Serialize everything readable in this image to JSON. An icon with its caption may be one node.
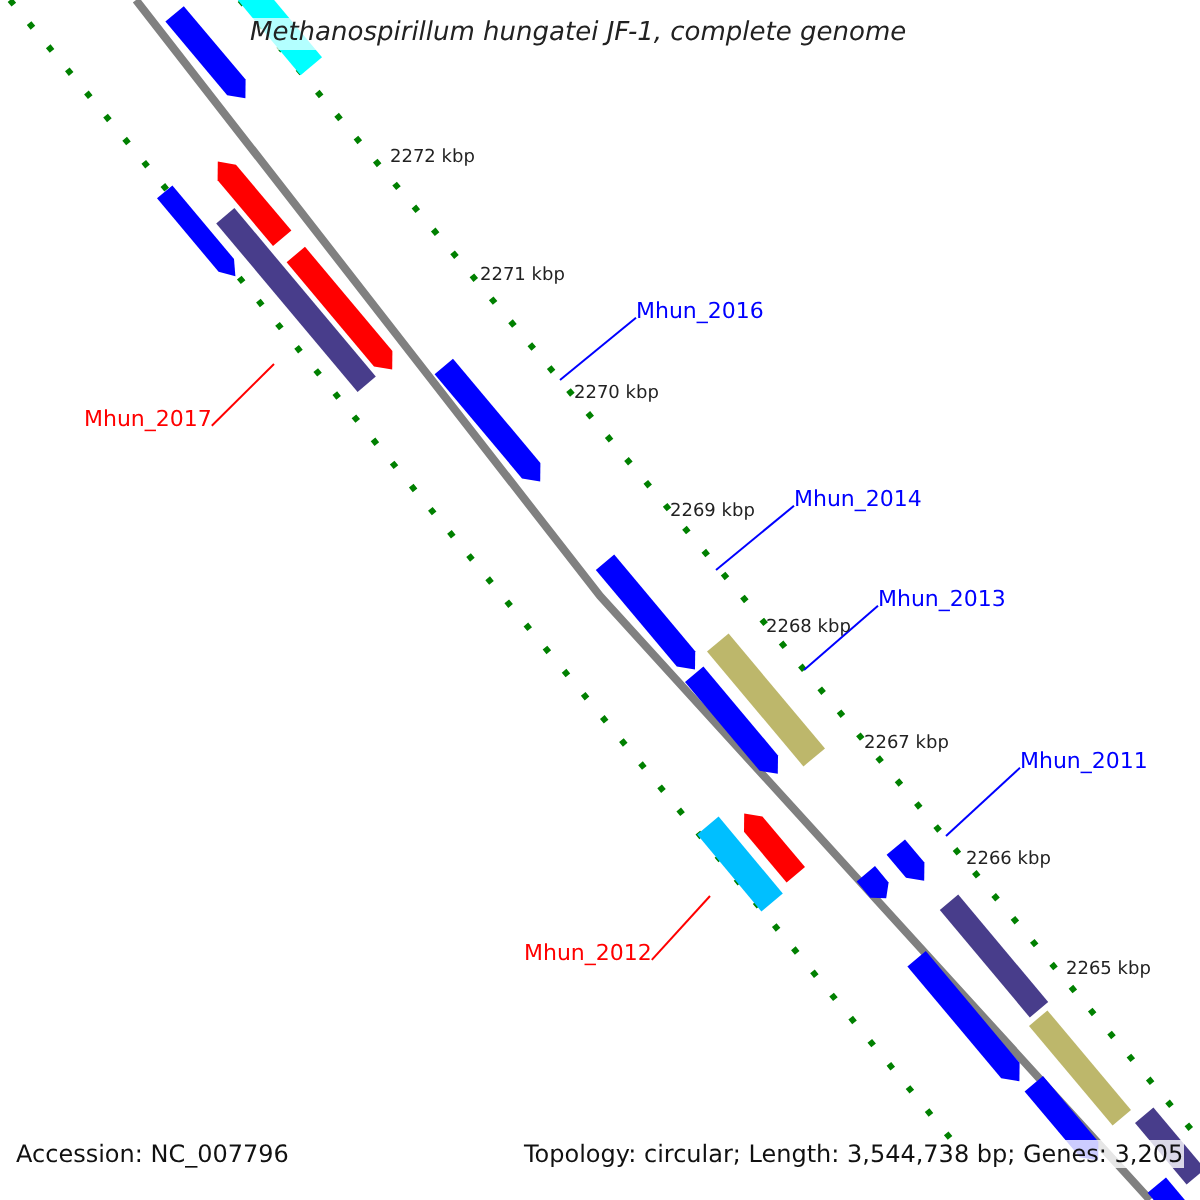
{
  "diagram": {
    "title": "Methanospirillum hungatei JF-1, complete genome",
    "nodes": [
      {
        "text": [
          "Mhun_2016"
        ]
      },
      {
        "text": [],
        "shape": "bar"
      },
      {
        "text": [
          "Mhun_2017"
        ]
      },
      {
        "text": [],
        "shape": "bar"
      },
      {
        "text": [
          "Mhun_2014"
        ]
      },
      {
        "text": [],
        "shape": "bar"
      },
      {
        "text": [
          "Mhun_2013"
        ]
      },
      {
        "text": [],
        "shape": "bar"
      },
      {
        "text": [
          "Mhun_2011"
        ]
      },
      {
        "text": [],
        "shape": "bar"
      },
      {
        "text": [
          "Mhun_2012"
        ]
      },
      {
        "text": [],
        "shape": "bar"
      },
      {
        "text": [],
        "shape": "bar"
      },
      {
        "text": [],
        "shape": "bar"
      },
      {
        "text": [],
        "shape": "bar"
      },
      {
        "text": [],
        "shape": "bar"
      },
      {
        "text": [],
        "shape": "bar"
      },
      {
        "text": [],
        "shape": "bar"
      },
      {
        "text": [],
        "shape": "bar"
      },
      {
        "text": [],
        "shape": "bar"
      },
      {
        "text": [],
        "shape": "bar"
      },
      {
        "text": [],
        "shape": "bar"
      },
      {
        "text": [],
        "shape": "bar"
      },
      {
        "text": [],
        "shape": "bar"
      },
      {
        "text": [],
        "shape": "bar"
      },
      {
        "text": [],
        "shape": "bar"
      }
    ],
    "edges": [
      {
        "from": 0,
        "to": 1,
        "arrow": "none",
        "color": "#0000ff"
      },
      {
        "from": 2,
        "to": 3,
        "arrow": "none",
        "color": "#ff0000"
      },
      {
        "from": 4,
        "to": 5,
        "arrow": "none",
        "color": "#0000ff"
      },
      {
        "from": 6,
        "to": 7,
        "arrow": "none",
        "color": "#0000ff"
      },
      {
        "from": 8,
        "to": 9,
        "arrow": "none",
        "color": "#0000ff"
      },
      {
        "from": 10,
        "to": 11,
        "arrow": "none",
        "color": "#ff0000"
      }
    ],
    "labels": [
      "2272 kbp",
      "2271 kbp",
      "2270 kbp",
      "2269 kbp",
      "2268 kbp",
      "2267 kbp",
      "2266 kbp",
      "2265 kbp",
      "Accession: NC_007796",
      "Topology: circular; Length: 3,544,738 bp; Genes: 3,205"
    ]
  }
}
